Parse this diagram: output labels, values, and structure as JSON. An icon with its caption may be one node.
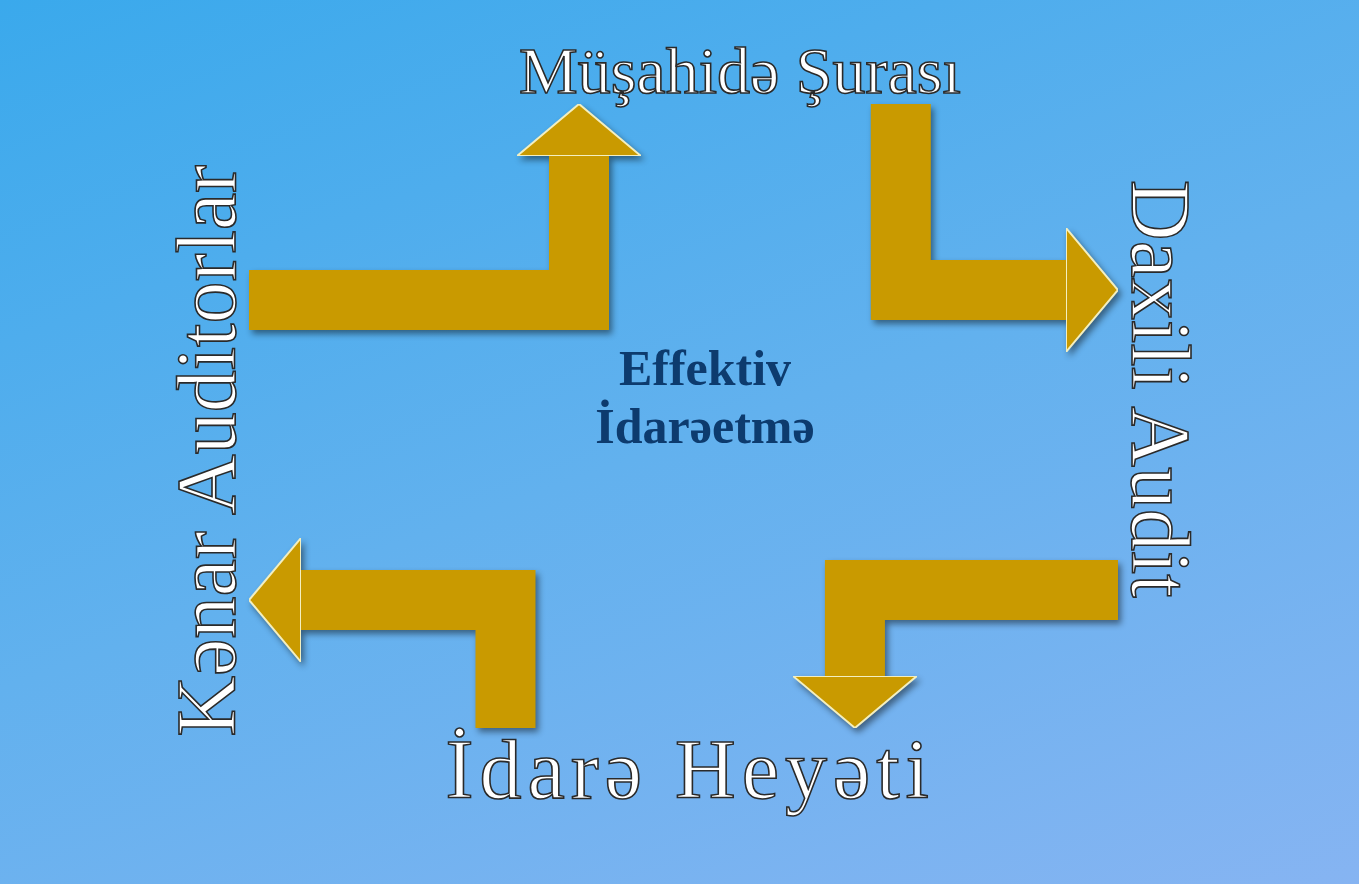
{
  "diagram": {
    "nodes": [
      {
        "text": [
          "Müşahidə Şurası"
        ]
      },
      {
        "text": [
          "Kənar Auditorlar"
        ]
      },
      {
        "text": [
          "Daxili Audit"
        ]
      },
      {
        "text": [
          "İdarə Heyəti"
        ]
      }
    ],
    "edges": [
      {
        "from": 1,
        "to": 0,
        "arrow": "to"
      },
      {
        "from": 0,
        "to": 2,
        "arrow": "to"
      },
      {
        "from": 2,
        "to": 3,
        "arrow": "to"
      },
      {
        "from": 3,
        "to": 1,
        "arrow": "to"
      }
    ],
    "labels": [
      "Effektiv İdarəetmə"
    ]
  }
}
